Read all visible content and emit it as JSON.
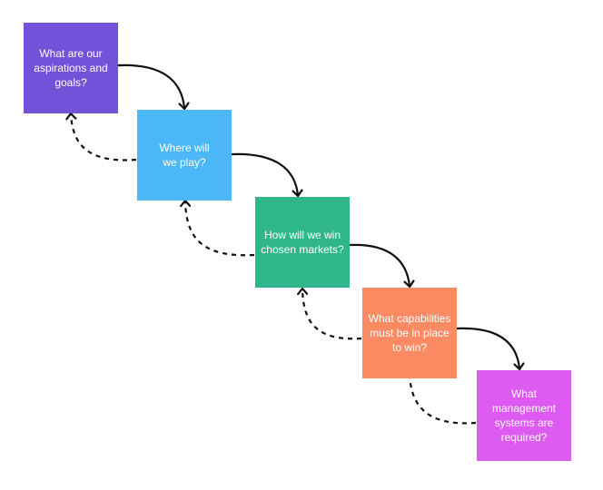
{
  "steps": [
    {
      "label": "What are our aspirations and goals?",
      "color": "#7352d9"
    },
    {
      "label": "Where will we play?",
      "color": "#4cb7f7"
    },
    {
      "label": "How will we win chosen markets?",
      "color": "#2fb68a"
    },
    {
      "label": "What capabilities must be in place to win?",
      "color": "#fc8a63"
    },
    {
      "label": "What management systems are required?",
      "color": "#dd5bf0"
    }
  ],
  "connectors": {
    "forward_style": "solid",
    "backward_style": "dashed",
    "color": "#111111"
  }
}
